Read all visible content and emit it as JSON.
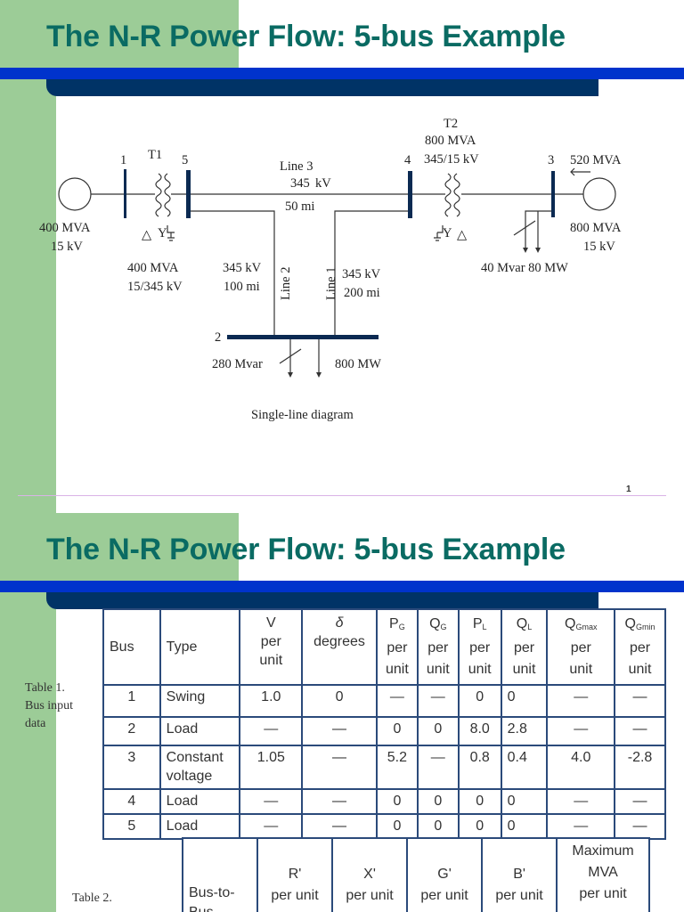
{
  "slide1": {
    "title": "The N-R Power Flow: 5-bus Example",
    "page_number": "1",
    "diagram": {
      "bus_labels": [
        "1",
        "5",
        "4",
        "3",
        "2"
      ],
      "t1": "T1",
      "t2": "T2",
      "t2_rating": "800 MVA",
      "t2_voltage": "345/15 kV",
      "gen3_rating": "520 MVA",
      "line3": "Line 3",
      "line3_kv1": "345",
      "line3_kv2": "kV",
      "line3_len": "50 mi",
      "gen1_mva": "400 MVA",
      "gen1_kv": "15 kV",
      "t1_mva": "400 MVA",
      "t1_kv": "15/345 kV",
      "line2_kv": "345 kV",
      "line2_len": "100 mi",
      "line2": "Line 2",
      "line1": "Line 1",
      "line1_kv": "345 kV",
      "line1_len": "200 mi",
      "bus3_gen_mva": "800 MVA",
      "bus3_gen_kv": "15 kV",
      "bus3_load": "40 Mvar 80 MW",
      "bus2_q": "280 Mvar",
      "bus2_p": "800 MW",
      "delta": "△",
      "wye": "Y",
      "caption": "Single-line diagram"
    }
  },
  "slide2": {
    "title": "The N-R Power Flow: 5-bus Example",
    "table1": {
      "label": [
        "Table 1.",
        "Bus input",
        "data"
      ],
      "headers": [
        {
          "top": "",
          "main": "Bus",
          "sub": ""
        },
        {
          "top": "",
          "main": "Type",
          "sub": ""
        },
        {
          "top": "V",
          "main": "per",
          "sub": "unit"
        },
        {
          "top": "δ",
          "main": "degrees",
          "sub": ""
        },
        {
          "sym": "P",
          "subscript": "G",
          "main": "per",
          "sub": "unit"
        },
        {
          "sym": "Q",
          "subscript": "G",
          "main": "per",
          "sub": "unit"
        },
        {
          "sym": "P",
          "subscript": "L",
          "main": "per",
          "sub": "unit"
        },
        {
          "sym": "Q",
          "subscript": "L",
          "main": "per",
          "sub": "unit"
        },
        {
          "sym": "Q",
          "subscript": "Gmax",
          "main": "per",
          "sub": "unit"
        },
        {
          "sym": "Q",
          "subscript": "Gmin",
          "main": "per",
          "sub": "unit"
        }
      ],
      "rows": [
        [
          "1",
          "Swing",
          "1.0",
          "0",
          "—",
          "—",
          "0",
          "0",
          "—",
          "—"
        ],
        [
          "2",
          "Load",
          "—",
          "—",
          "0",
          "0",
          "8.0",
          "2.8",
          "—",
          "—"
        ],
        [
          "3",
          "Constant voltage",
          "1.05",
          "—",
          "5.2",
          "—",
          "0.8",
          "0.4",
          "4.0",
          "-2.8"
        ],
        [
          "4",
          "Load",
          "—",
          "—",
          "0",
          "0",
          "0",
          "0",
          "—",
          "—"
        ],
        [
          "5",
          "Load",
          "—",
          "—",
          "0",
          "0",
          "0",
          "0",
          "—",
          "—"
        ]
      ]
    },
    "table2": {
      "label": "Table 2.",
      "headers": [
        {
          "l1": "",
          "l2": "",
          "l3": "Bus-to-Bus"
        },
        {
          "l1": "",
          "l2": "R'",
          "l3": "per unit"
        },
        {
          "l1": "",
          "l2": "X'",
          "l3": "per unit"
        },
        {
          "l1": "",
          "l2": "G'",
          "l3": "per unit"
        },
        {
          "l1": "",
          "l2": "B'",
          "l3": "per unit"
        },
        {
          "l1": "Maximum",
          "l2": "MVA",
          "l3": "per unit"
        }
      ]
    }
  },
  "colors": {
    "green": "#9ccc97",
    "blue": "#0033cc",
    "navy": "#003366",
    "title": "#0a6b63",
    "divider": "#d9b3e6"
  }
}
